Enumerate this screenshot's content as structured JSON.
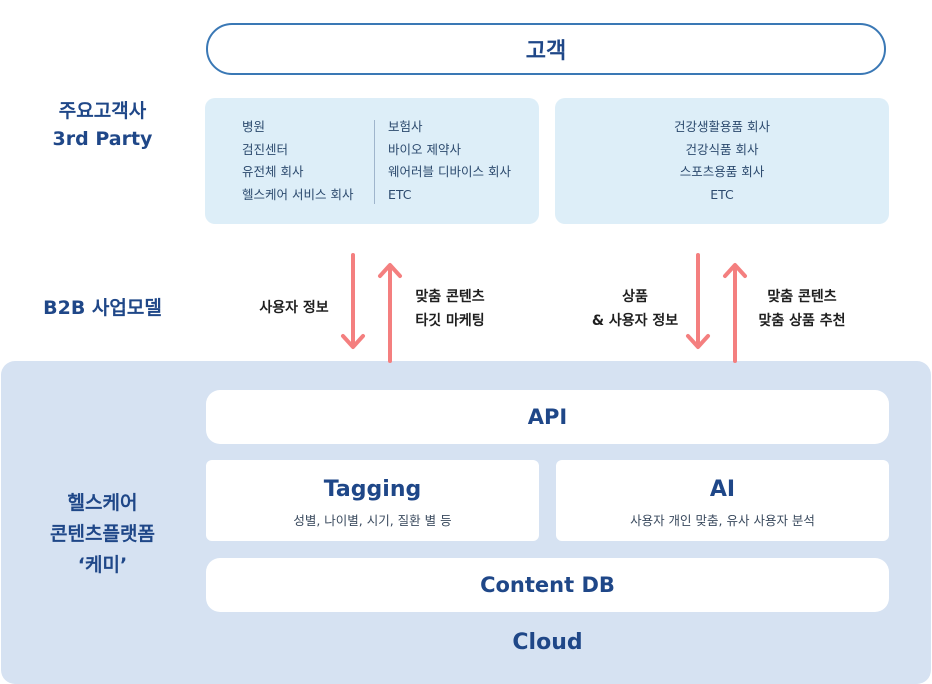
{
  "header": {
    "customer_label": "고객"
  },
  "labels": {
    "key_customers_line1": "주요고객사",
    "key_customers_line2": "3rd Party",
    "b2b_model": "B2B 사업모델",
    "platform_line1": "헬스케어",
    "platform_line2": "콘텐츠플랫폼",
    "platform_line3": "‘케미’"
  },
  "customer_box_left": {
    "col1": [
      "병원",
      "검진센터",
      "유전체 회사",
      "헬스케어 서비스 회사"
    ],
    "col2": [
      "보험사",
      "바이오 제약사",
      "웨어러블 디바이스 회사",
      "ETC"
    ]
  },
  "customer_box_right": {
    "items": [
      "건강생활용품 회사",
      "건강식품 회사",
      "스포츠용품 회사",
      "ETC"
    ]
  },
  "flows": {
    "left_down": "사용자 정보",
    "left_up_line1": "맞춤 콘텐츠",
    "left_up_line2": "타깃 마케팅",
    "right_down_line1": "상품",
    "right_down_line2": "& 사용자 정보",
    "right_up_line1": "맞춤 콘텐츠",
    "right_up_line2": "맞춤 상품 추천"
  },
  "platform": {
    "api": "API",
    "tagging_title": "Tagging",
    "tagging_sub": "성별, 나이별, 시기, 질환 별 등",
    "ai_title": "AI",
    "ai_sub": "사용자 개인 맞춤, 유사 사용자 분석",
    "content_db": "Content DB",
    "cloud": "Cloud"
  },
  "colors": {
    "arrow": "#f47f7f",
    "primary": "#1f4788",
    "platform_bg": "#d6e2f2",
    "box_bg": "#ddeef8"
  }
}
